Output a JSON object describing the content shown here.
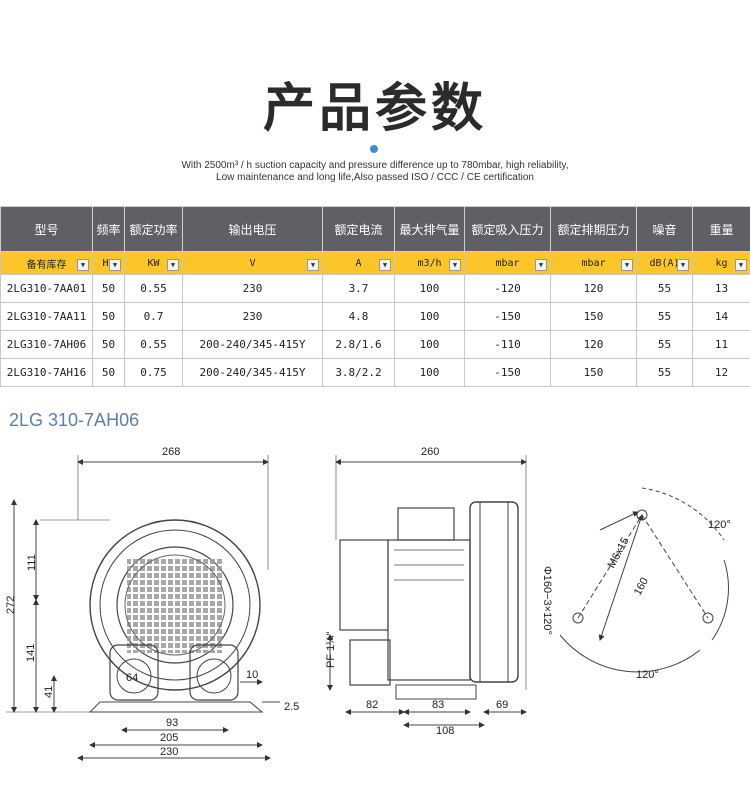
{
  "title": "产品参数",
  "subtitle_line1": "With 2500m³ / h suction capacity and pressure difference up to 780mbar, high reliability,",
  "subtitle_line2": "Low maintenance and long life,Also passed ISO / CCC / CE certification",
  "table": {
    "headers": [
      "型号",
      "频率",
      "额定功率",
      "输出电压",
      "额定电流",
      "最大排气量",
      "额定吸入压力",
      "额定排期压力",
      "噪音",
      "重量"
    ],
    "units": [
      "备有库存",
      "HZ",
      "KW",
      "V",
      "A",
      "m3/h",
      "mbar",
      "mbar",
      "dB(A)",
      "kg"
    ],
    "rows": [
      [
        "2LG310-7AA01",
        "50",
        "0.55",
        "230",
        "3.7",
        "100",
        "-120",
        "120",
        "55",
        "13"
      ],
      [
        "2LG310-7AA11",
        "50",
        "0.7",
        "230",
        "4.8",
        "100",
        "-150",
        "150",
        "55",
        "14"
      ],
      [
        "2LG310-7AH06",
        "50",
        "0.55",
        "200-240/345-415Y",
        "2.8/1.6",
        "100",
        "-110",
        "120",
        "55",
        "11"
      ],
      [
        "2LG310-7AH16",
        "50",
        "0.75",
        "200-240/345-415Y",
        "3.8/2.2",
        "100",
        "-150",
        "150",
        "55",
        "12"
      ]
    ]
  },
  "drawing_model": "2LG 310-7AH06",
  "dims_front": {
    "width_top": "268",
    "h111": "111",
    "h272": "272",
    "h141": "141",
    "h41": "41",
    "d64": "64",
    "d10": "10",
    "d2_5": "2.5",
    "w93": "93",
    "w205": "205",
    "w230": "230"
  },
  "dims_side": {
    "width_top": "260",
    "pf": "PF 1¼\"",
    "dia": "Φ160−3×120°",
    "w82": "82",
    "w83": "83",
    "w69": "69",
    "w108": "108"
  },
  "dims_flange": {
    "m6": "M6x15",
    "d160": "160",
    "a120_top": "120°",
    "a120_bottom": "120°"
  },
  "colors": {
    "header_bg": "#5e6066",
    "units_bg": "#fcc62b",
    "accent_dot": "#3a8fd8",
    "model_label": "#5b7fae"
  }
}
